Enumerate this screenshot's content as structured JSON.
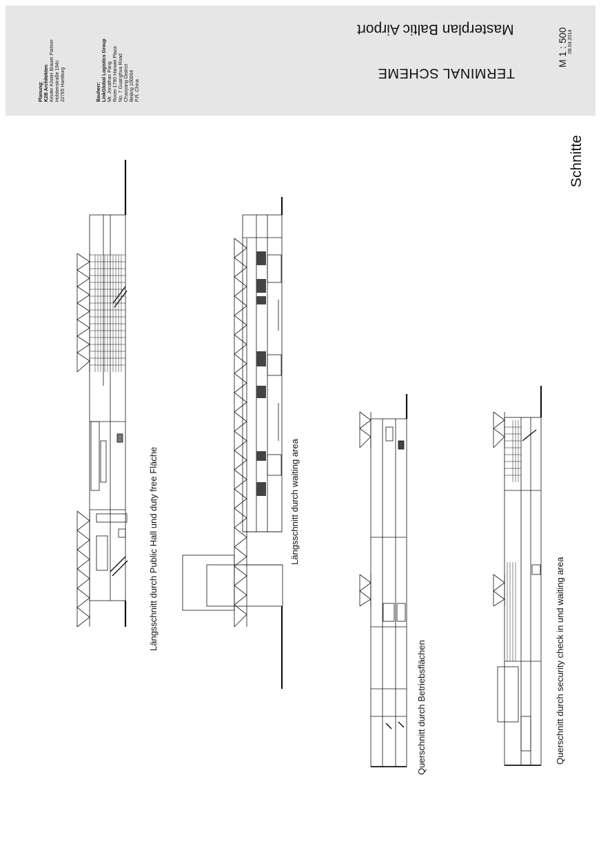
{
  "planung": {
    "heading": "Planung:",
    "firm": "K2B Architekten",
    "lines": [
      "Keuter Köster Brauer Partner",
      "Holstenstraße 194c",
      "22765 Hamburg"
    ]
  },
  "bauherr": {
    "heading": "Bauherr:",
    "firm": "LinkGlobal Logistics Group",
    "lines": [
      "Mr. Jonathan Pang",
      "Room 1790 Hanwei Plaza",
      "No. 7 Guanghua Road",
      "Chaoyang District",
      "Beijing 100004",
      "P.R. China"
    ]
  },
  "title": "Masterplan Baltic Airport",
  "subtitle": "TERMINAL SCHEME",
  "scale": "M 1 : 500",
  "date": "08.04.2014",
  "sheet_label": "Schnitte",
  "captions": [
    "Längsschnitt durch Public Hall und duty free Fläche",
    "Längsschnitt durch waiting  area",
    "Querschnitt durch Betriebsflächen",
    "Querschnitt durch security check in und waiting area"
  ]
}
